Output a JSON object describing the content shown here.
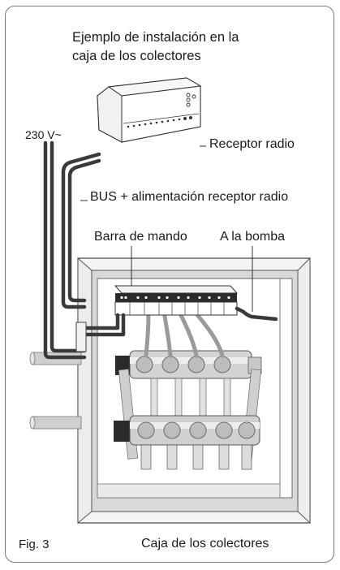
{
  "header": {
    "title_line1": "Ejemplo de instalación en la",
    "title_line2": "caja de los colectores"
  },
  "labels": {
    "voltage": "230 V~",
    "receptor": "Receptor radio",
    "bus": "BUS + alimentación receptor radio",
    "barra": "Barra de mando",
    "bomba": "A la bomba",
    "caja": "Caja de los colectores"
  },
  "caption": "Fig. 3"
}
